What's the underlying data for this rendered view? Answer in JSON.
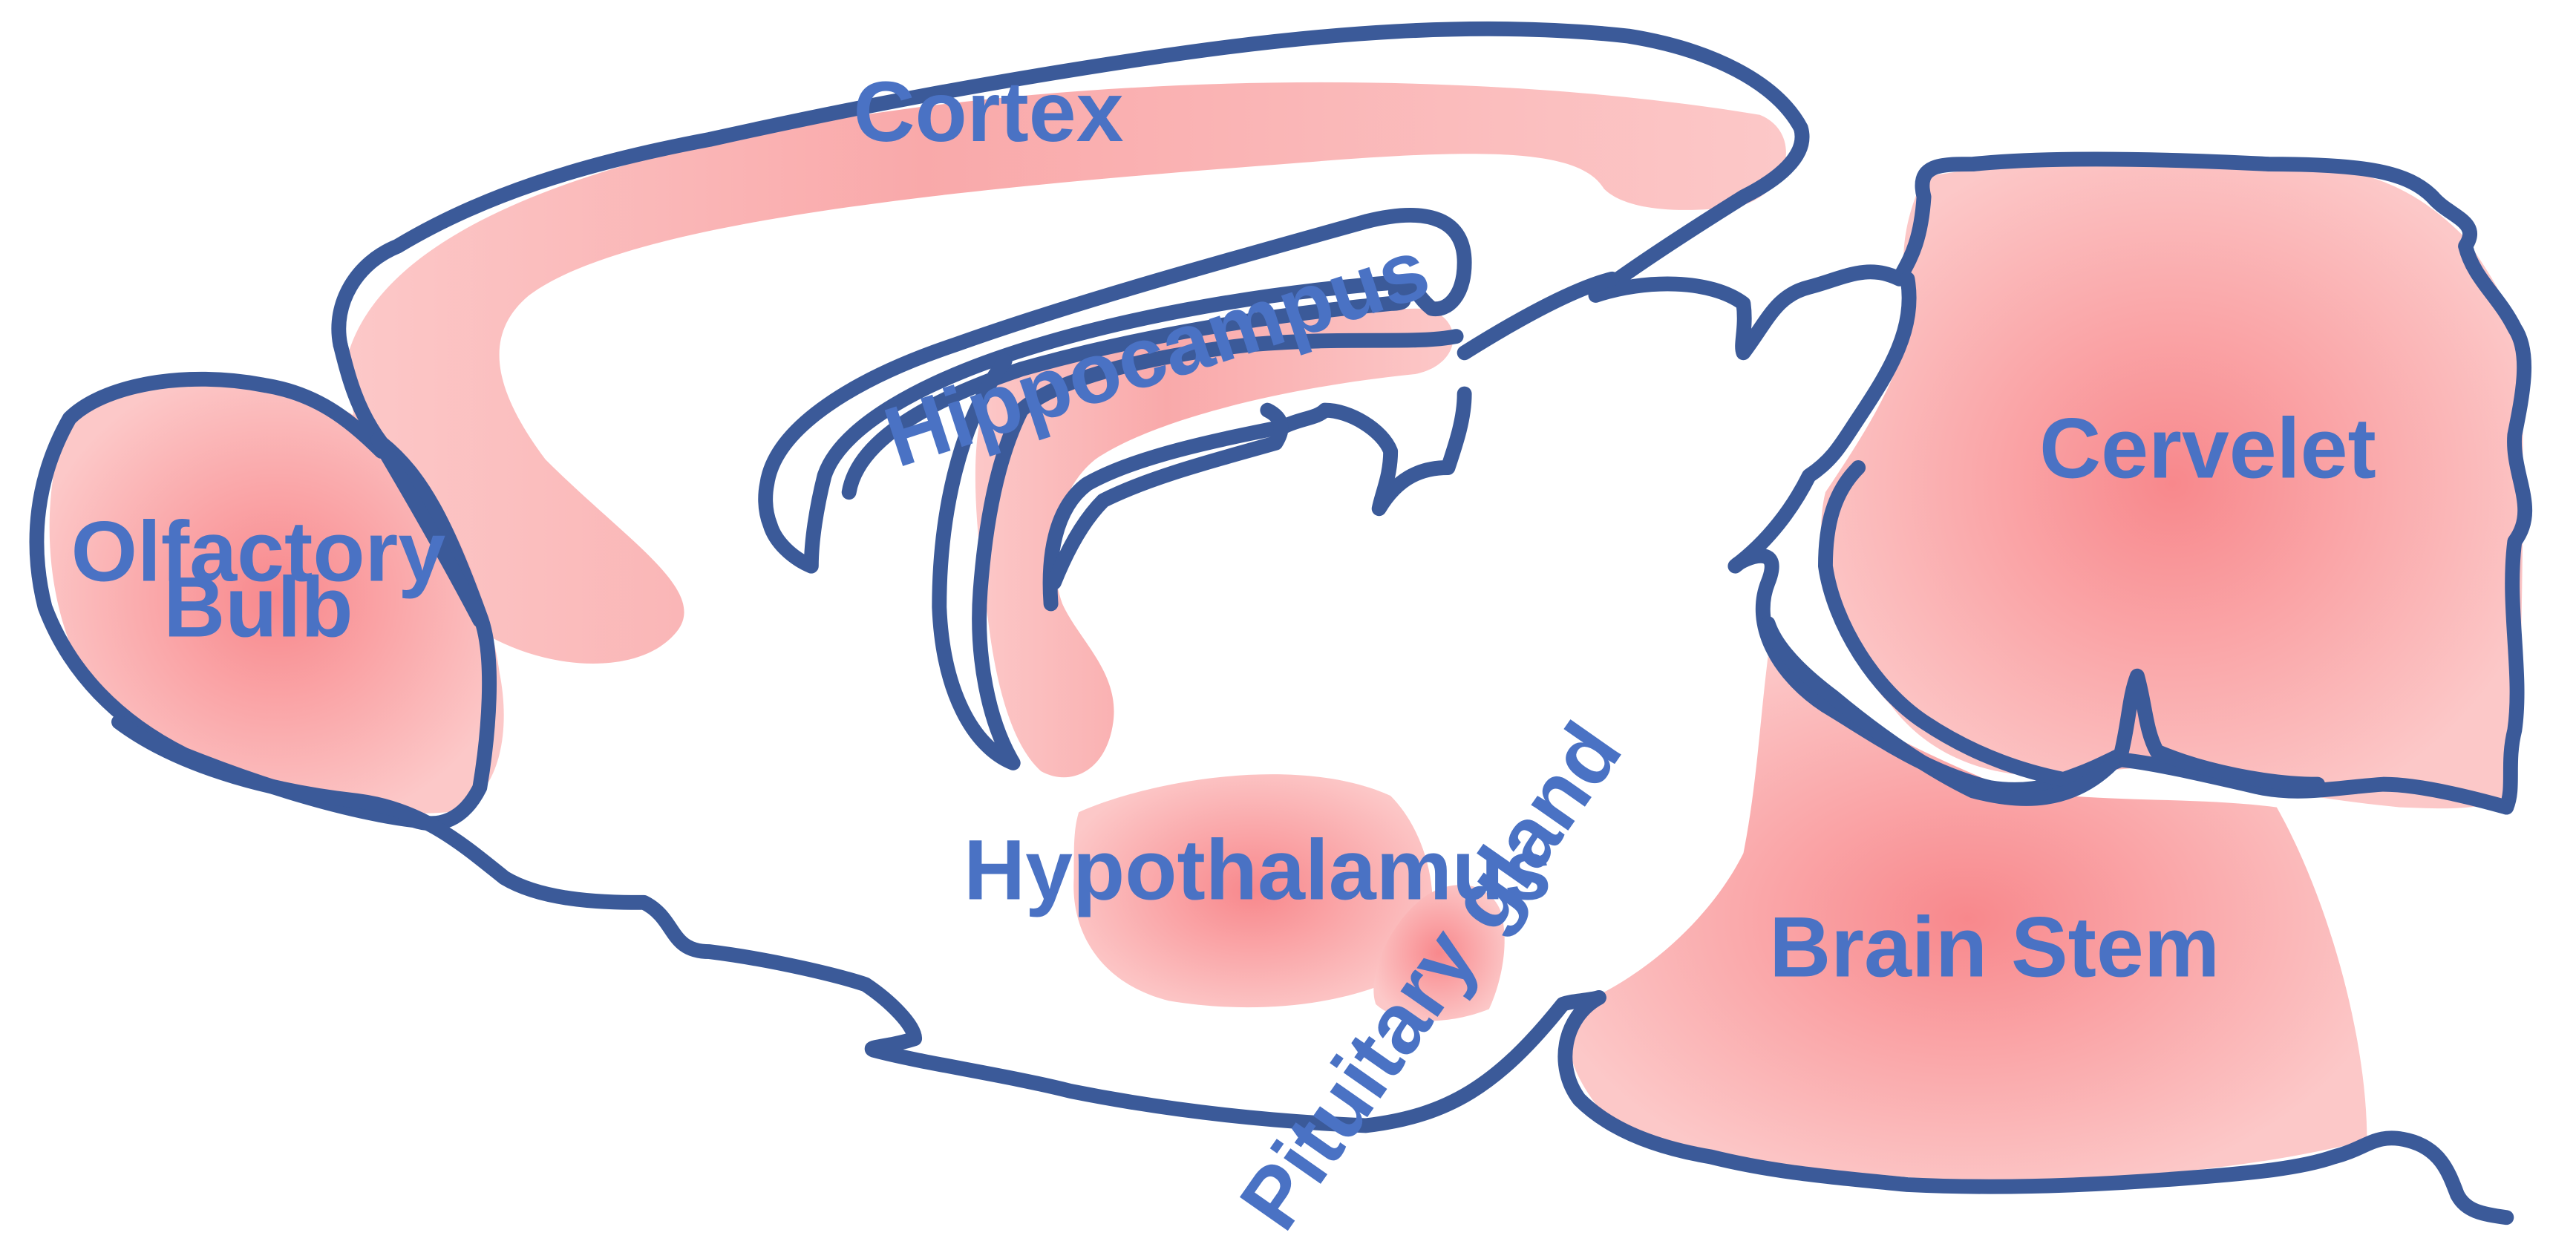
{
  "colors": {
    "outline": "#3b5a99",
    "label": "#4a72c4",
    "region_core": "#f8888c",
    "region_edge": "#fcc8c8"
  },
  "labels": {
    "cortex": "Cortex",
    "hippocampus": "Hippocampus",
    "olfactory_bulb_line1": "Olfactory",
    "olfactory_bulb_line2": "Bulb",
    "cervelet": "Cervelet",
    "hypothalamus": "Hypothalamus",
    "pituitary_gland": "Pituitary gland",
    "brain_stem": "Brain Stem"
  }
}
